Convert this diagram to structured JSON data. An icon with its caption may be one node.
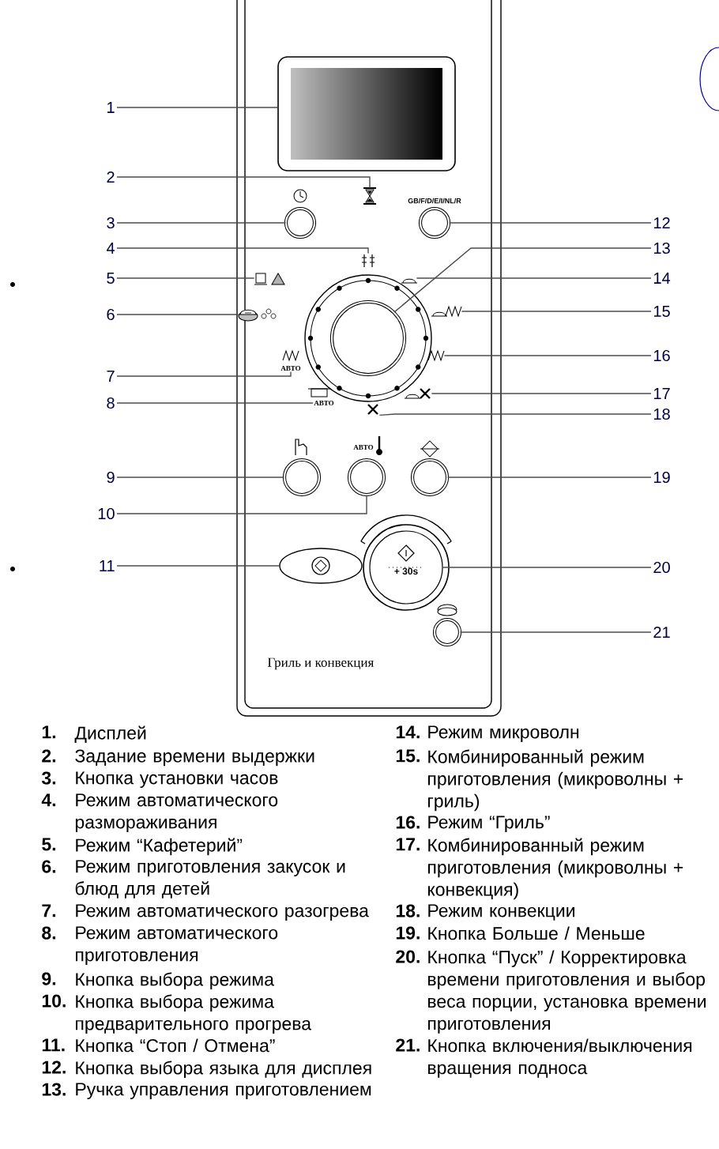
{
  "diagram": {
    "nodes": [
      {
        "text": [
          "1"
        ]
      },
      {
        "text": [
          "2"
        ]
      },
      {
        "text": [
          "3"
        ]
      },
      {
        "text": [
          "4"
        ]
      },
      {
        "text": [
          "5"
        ]
      },
      {
        "text": [
          "6"
        ]
      },
      {
        "text": [
          "7"
        ]
      },
      {
        "text": [
          "8"
        ]
      },
      {
        "text": [
          "9"
        ]
      },
      {
        "text": [
          "10"
        ]
      },
      {
        "text": [
          "11"
        ]
      },
      {
        "text": [
          "12"
        ]
      },
      {
        "text": [
          "13"
        ]
      },
      {
        "text": [
          "14"
        ]
      },
      {
        "text": [
          "15"
        ]
      },
      {
        "text": [
          "16"
        ]
      },
      {
        "text": [
          "17"
        ]
      },
      {
        "text": [
          "18"
        ]
      },
      {
        "text": [
          "19"
        ]
      },
      {
        "text": [
          "20"
        ]
      },
      {
        "text": [
          "21"
        ]
      },
      {
        "text": [],
        "shape": "box"
      },
      {
        "text": [],
        "shape": "picture"
      },
      {
        "text": [],
        "shape": "circle"
      },
      {
        "text": [],
        "shape": "picture"
      },
      {
        "text": [],
        "shape": "picture"
      },
      {
        "text": [],
        "shape": "picture"
      },
      {
        "text": [
          "АВТО"
        ]
      },
      {
        "text": [
          "АВТО"
        ]
      },
      {
        "text": [],
        "shape": "circle"
      },
      {
        "text": [],
        "shape": "circle"
      },
      {
        "text": [],
        "shape": "oval"
      },
      {
        "text": [],
        "shape": "circle"
      },
      {
        "text": [],
        "shape": "circle"
      },
      {
        "text": [],
        "shape": "picture"
      },
      {
        "text": [],
        "shape": "picture"
      },
      {
        "text": [],
        "shape": "picture"
      },
      {
        "text": [],
        "shape": "picture"
      },
      {
        "text": [],
        "shape": "picture"
      },
      {
        "text": [],
        "shape": "circle"
      },
      {
        "text": [
          "+ 30s"
        ]
      },
      {
        "text": [],
        "shape": "circle"
      }
    ],
    "edges": [
      {
        "from": 0,
        "to": 21,
        "arrow": "none"
      },
      {
        "from": 1,
        "to": 22,
        "arrow": "none"
      },
      {
        "from": 2,
        "to": 23,
        "arrow": "none"
      },
      {
        "from": 3,
        "to": 24,
        "arrow": "none"
      },
      {
        "from": 4,
        "to": 25,
        "arrow": "none"
      },
      {
        "from": 5,
        "to": 26,
        "arrow": "none"
      },
      {
        "from": 6,
        "to": 27,
        "arrow": "none"
      },
      {
        "from": 7,
        "to": 28,
        "arrow": "none"
      },
      {
        "from": 8,
        "to": 29,
        "arrow": "none"
      },
      {
        "from": 9,
        "to": 30,
        "arrow": "none"
      },
      {
        "from": 10,
        "to": 31,
        "arrow": "none"
      },
      {
        "from": 11,
        "to": 32,
        "arrow": "none"
      },
      {
        "from": 12,
        "to": 33,
        "arrow": "none"
      },
      {
        "from": 13,
        "to": 34,
        "arrow": "none"
      },
      {
        "from": 14,
        "to": 35,
        "arrow": "none"
      },
      {
        "from": 15,
        "to": 36,
        "arrow": "none"
      },
      {
        "from": 16,
        "to": 37,
        "arrow": "none"
      },
      {
        "from": 17,
        "to": 38,
        "arrow": "none"
      },
      {
        "from": 18,
        "to": 39,
        "arrow": "none"
      },
      {
        "from": 19,
        "to": 40,
        "arrow": "none"
      },
      {
        "from": 20,
        "to": 41,
        "arrow": "none"
      }
    ],
    "labels": [
      "GB/F/D/E/I/NL/R",
      "АВТО",
      "Гриль и конвекция",
      "1.",
      "Дисплей",
      "2.",
      "Задание времени выдержки",
      "3.",
      "Кнопка установки часов",
      "4.",
      "Режим автоматического размораживания",
      "5.",
      "Режим “Кафетерий”",
      "6.",
      "Режим приготовления закусок и блюд для детей",
      "7.",
      "Режим автоматического разогрева",
      "8.",
      "Режим автоматического приготовления",
      "9.",
      "Кнопка выбора режима",
      "10.",
      "Кнопка выбора режима предварительного прогрева",
      "11.",
      "Кнопка “Стоп / Отмена”",
      "12.",
      "Кнопка выбора языка для дисплея",
      "13.",
      "Ручка управления приготовлением",
      "14.",
      "Режим микроволн",
      "15.",
      "Комбинированный режим приготовления (микроволны + гриль)",
      "16.",
      "Режим “Гриль”",
      "17.",
      "Комбинированный режим приготовления (микроволны + конвекция)",
      "18.",
      "Режим конвекции",
      "19.",
      "Кнопка Больше / Меньше",
      "20.",
      "Кнопка “Пуск” / Корректировка времени приготовления и выбор веса порции, установка времени приготовления",
      "21.",
      "Кнопка включения/выключения вращения подноса"
    ]
  }
}
